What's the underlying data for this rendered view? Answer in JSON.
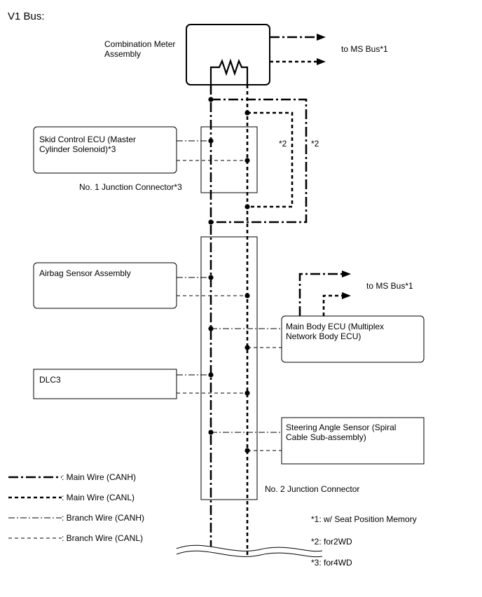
{
  "title": "V1 Bus:",
  "components": {
    "combination_meter": [
      "Combination Meter",
      "Assembly"
    ],
    "skid_control": [
      "Skid Control ECU (Master",
      "Cylinder Solenoid)*3"
    ],
    "airbag_sensor": "Airbag Sensor Assembly",
    "dlc3": "DLC3",
    "main_body_ecu": [
      "Main Body ECU (Multiplex",
      "Network Body ECU)"
    ],
    "steering_angle": [
      "Steering Angle Sensor (Spiral",
      "Cable Sub-assembly)"
    ]
  },
  "connectors": {
    "jc1": "No. 1 Junction Connector*3",
    "jc2": "No. 2 Junction Connector"
  },
  "labels": {
    "to_ms_bus_top": "to MS Bus*1",
    "to_ms_bus_mid": "to MS Bus*1",
    "note2_a": "*2",
    "note2_b": "*2"
  },
  "legend": [
    {
      "style": "canh",
      "label": ": Main Wire (CANH)"
    },
    {
      "style": "canl",
      "label": ": Main Wire (CANL)"
    },
    {
      "style": "bh",
      "label": ": Branch Wire (CANH)"
    },
    {
      "style": "bl",
      "label": ": Branch Wire (CANL)"
    }
  ],
  "notes": [
    "*1: w/ Seat Position Memory",
    "*2: for2WD",
    "*3: for4WD"
  ]
}
